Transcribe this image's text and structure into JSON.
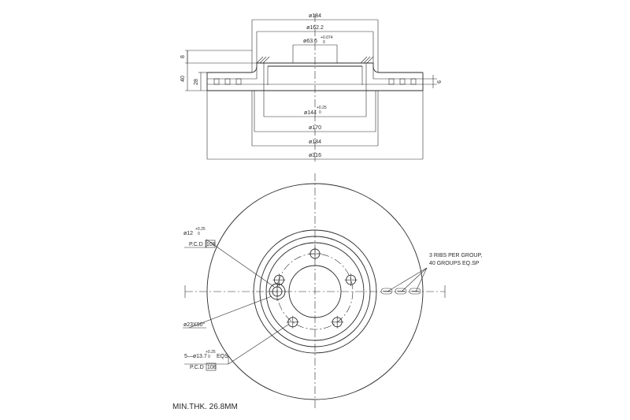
{
  "top_view": {
    "dim_d184_top": "ø184",
    "dim_d162": "ø162.2",
    "dim_d63": "ø63.6",
    "dim_d63_tol_upper": "+0.074",
    "dim_d63_tol_lower": "0",
    "dim_d144": "ø144",
    "dim_d144_tol_upper": "+0.25",
    "dim_d144_tol_lower": "0",
    "dim_d170": "ø170",
    "dim_d184_bottom": "ø184",
    "dim_d316": "ø316",
    "dim_8": "8",
    "dim_40": "40",
    "dim_28": "28",
    "dim_9": "9"
  },
  "front_view": {
    "bolt_hole_dia": "ø12",
    "bolt_hole_tol_upper": "+0.25",
    "bolt_hole_tol_lower": "0",
    "pcd_label_1": "P.C.D",
    "pcd_value_1": "108",
    "chamfer": "ø23X90°",
    "holes_label": "5—ø13.7",
    "holes_tol_upper": "+0.25",
    "holes_tol_lower": "0",
    "holes_suffix": "EQS",
    "pcd_label_2": "P.C.D",
    "pcd_value_2": "108",
    "ribs_line1": "3 RIBS PER GROUP,",
    "ribs_line2": "40 GROUPS EQ.SP"
  },
  "min_thickness": "MIN.THK. 26.8MM"
}
